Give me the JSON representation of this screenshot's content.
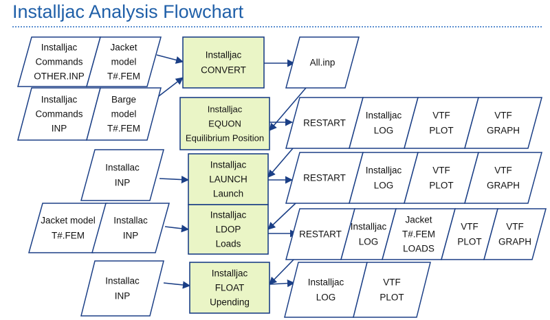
{
  "title": "Installjac Analysis Flowchart",
  "colors": {
    "title": "#1f5fa8",
    "process_fill": "#eaf5c6",
    "stroke": "#1b3f86",
    "text": "#111111"
  },
  "process": {
    "convert": [
      "Installjac",
      "CONVERT"
    ],
    "equon": [
      "Installjac",
      "EQUON",
      "Equilibrium Position"
    ],
    "launch": [
      "Installjac",
      "LAUNCH",
      "Launch"
    ],
    "ldop": [
      "Installjac",
      "LDOP",
      "Loads"
    ],
    "float": [
      "Installjac",
      "FLOAT",
      "Upending"
    ]
  },
  "inputs": {
    "other_inp": [
      "Installjac",
      "Commands",
      "OTHER.INP"
    ],
    "jacket_model": [
      "Jacket",
      "model",
      "T#.FEM"
    ],
    "commands_inp": [
      "Installjac",
      "Commands",
      "INP"
    ],
    "barge_model": [
      "Barge",
      "model",
      "T#.FEM"
    ],
    "launch_inp": [
      "Installac",
      "INP"
    ],
    "ldop_jacket": [
      "Jacket model",
      "T#.FEM"
    ],
    "ldop_inp": [
      "Installac",
      "INP"
    ],
    "float_inp": [
      "Installac",
      "INP"
    ]
  },
  "outputs": {
    "all_inp": [
      "All.inp"
    ],
    "equon_restart": [
      "RESTART"
    ],
    "equon_log": [
      "Installjac",
      "LOG"
    ],
    "equon_plot": [
      "VTF",
      "PLOT"
    ],
    "equon_graph": [
      "VTF",
      "GRAPH"
    ],
    "launch_restart": [
      "RESTART"
    ],
    "launch_log": [
      "Installjac",
      "LOG"
    ],
    "launch_plot": [
      "VTF",
      "PLOT"
    ],
    "launch_graph": [
      "VTF",
      "GRAPH"
    ],
    "ldop_restart": [
      "RESTART"
    ],
    "ldop_log": [
      "Installjac",
      "LOG"
    ],
    "ldop_loads": [
      "Jacket",
      "T#.FEM",
      "LOADS"
    ],
    "ldop_plot": [
      "VTF",
      "PLOT"
    ],
    "ldop_graph": [
      "VTF",
      "GRAPH"
    ],
    "float_log": [
      "Installjac",
      "LOG"
    ],
    "float_plot": [
      "VTF",
      "PLOT"
    ]
  }
}
